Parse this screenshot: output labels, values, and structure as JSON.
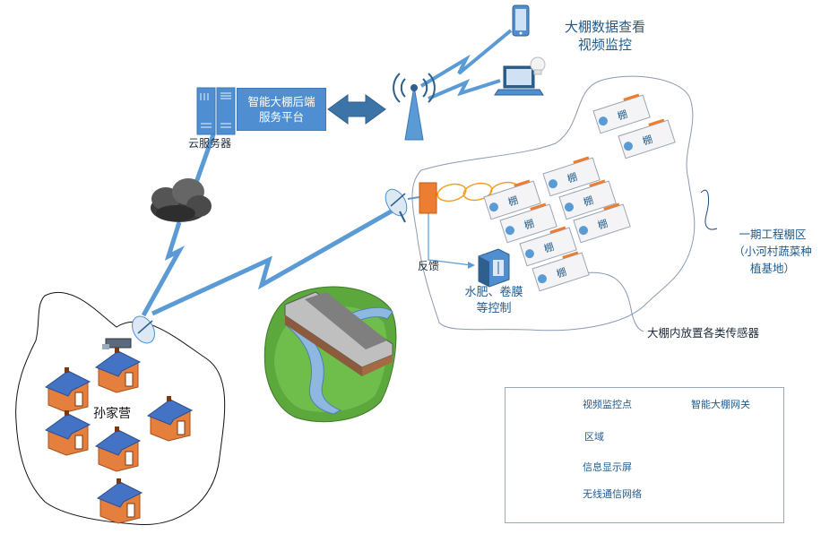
{
  "top_caption": [
    "大棚数据查看",
    "视频监控"
  ],
  "service_platform": [
    "智能大棚后端",
    "服务平台"
  ],
  "cloud_server_label": "云服务器",
  "feedback_label": "反馈",
  "control_label": [
    "水肥、卷膜",
    "等控制"
  ],
  "phase_area": [
    "一期工程棚区",
    "（小河村蔬菜种",
    "植基地）"
  ],
  "sensor_note": "大棚内放置各类传感器",
  "village_name": "孙家营",
  "shed_label": "棚",
  "legend": {
    "video_point": "视频监控点",
    "gateway": "智能大棚网关",
    "region": "区域",
    "display": "信息显示屏",
    "wireless": "无线通信网络"
  },
  "colors": {
    "accent_blue": "#5b9bd5",
    "orange": "#ed7d31",
    "wireless_ring": "#f0a020",
    "house_body": "#e47f3e",
    "house_roof": "#4472c4",
    "dark_text": "#1b2a3a"
  }
}
